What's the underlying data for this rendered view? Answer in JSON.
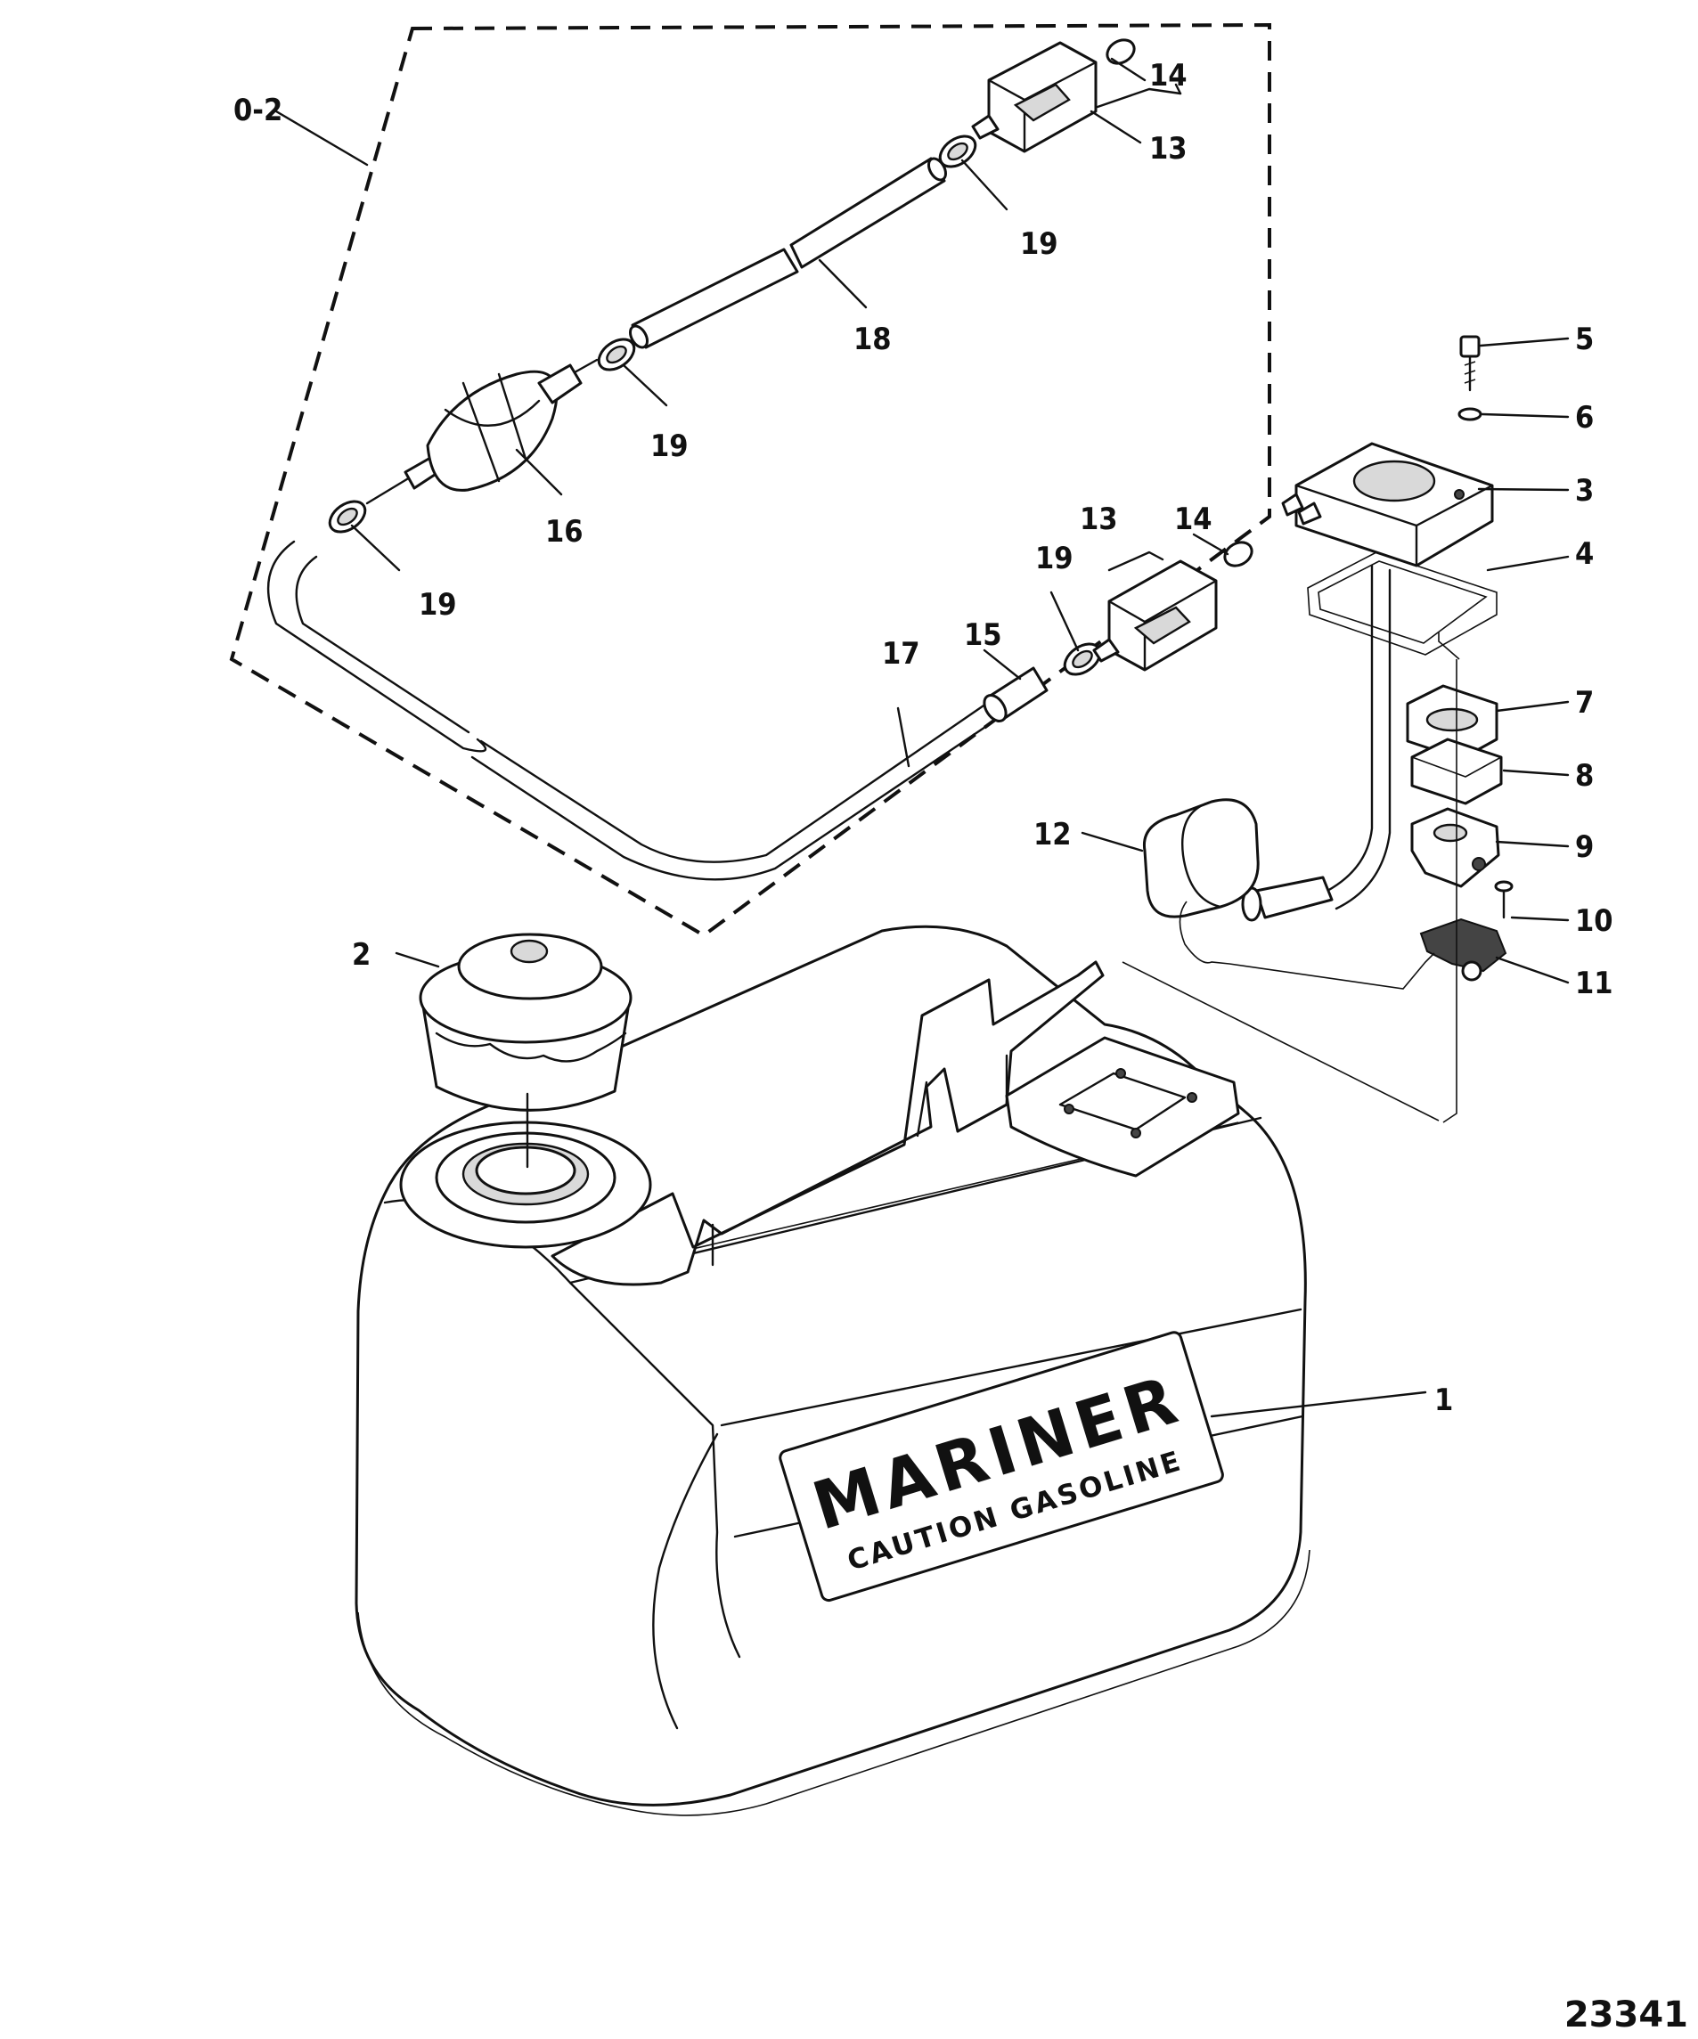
{
  "kit_label": "0-2",
  "figure_number": "23341",
  "decal": {
    "brand": "MARINER",
    "warning": "CAUTION GASOLINE"
  },
  "callouts": {
    "c1": "1",
    "c2": "2",
    "c3": "3",
    "c4": "4",
    "c5": "5",
    "c6": "6",
    "c7": "7",
    "c8": "8",
    "c9": "9",
    "c10": "10",
    "c11": "11",
    "c12": "12",
    "c13a": "13",
    "c13b": "13",
    "c14a": "14",
    "c14b": "14",
    "c15": "15",
    "c16": "16",
    "c17": "17",
    "c18": "18",
    "c19a": "19",
    "c19b": "19",
    "c19c": "19",
    "c19d": "19"
  }
}
